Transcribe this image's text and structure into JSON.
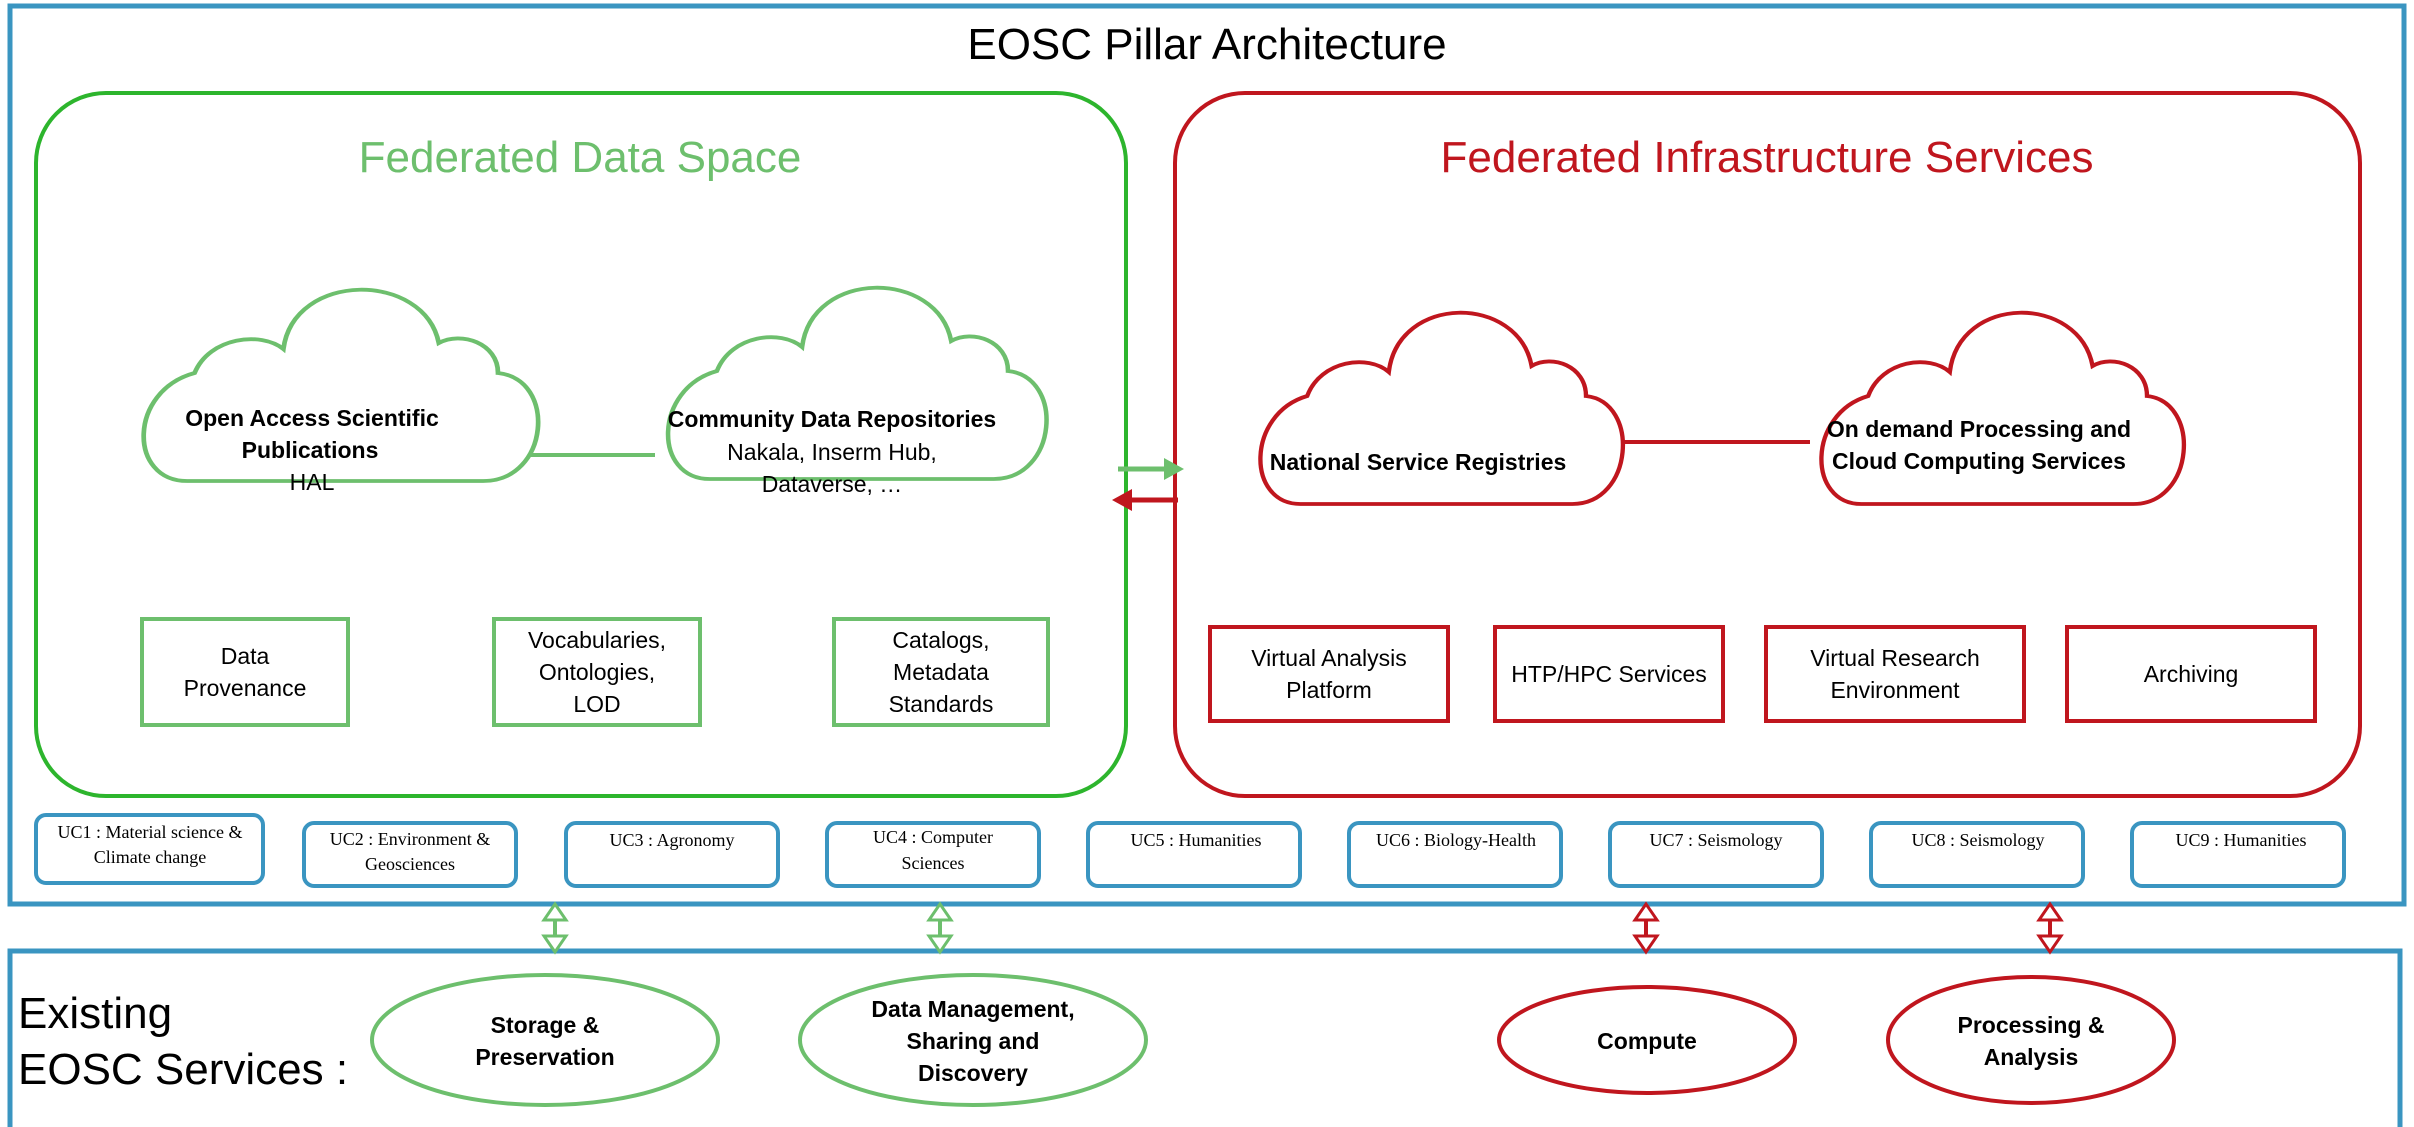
{
  "title": "EOSC Pillar Architecture",
  "colors": {
    "frame": "#3a95c1",
    "green": "#6dbf6d",
    "green_panel": "#2db52d",
    "red": "#c0161e"
  },
  "federated_data_space": {
    "title": "Federated Data Space",
    "cloud_publications": {
      "line1": "Open Access Scientific",
      "line2": "Publications",
      "line3": "HAL"
    },
    "cloud_repositories": {
      "line1": "Community Data Repositories",
      "line2": "Nakala, Inserm Hub,",
      "line3": "Dataverse, …"
    },
    "boxes": [
      {
        "lines": [
          "Data",
          "Provenance"
        ]
      },
      {
        "lines": [
          "Vocabularies,",
          "Ontologies,",
          "LOD"
        ]
      },
      {
        "lines": [
          "Catalogs,",
          "Metadata",
          "Standards"
        ]
      }
    ]
  },
  "federated_infrastructure": {
    "title": "Federated Infrastructure Services",
    "cloud_registries": {
      "line1": "National Service Registries"
    },
    "cloud_processing": {
      "line1": "On demand Processing and",
      "line2": "Cloud Computing Services"
    },
    "boxes": [
      {
        "lines": [
          "Virtual Analysis",
          "Platform"
        ]
      },
      {
        "lines": [
          "HTP/HPC Services"
        ]
      },
      {
        "lines": [
          "Virtual Research",
          "Environment"
        ]
      },
      {
        "lines": [
          "Archiving"
        ]
      }
    ]
  },
  "use_cases": [
    {
      "lines": [
        "UC1 : Material science &",
        "Climate change"
      ]
    },
    {
      "lines": [
        "UC2 : Environment &",
        "Geosciences"
      ]
    },
    {
      "lines": [
        "UC3 : Agronomy"
      ]
    },
    {
      "lines": [
        "UC4 : Computer",
        "Sciences"
      ]
    },
    {
      "lines": [
        "UC5 : Humanities"
      ]
    },
    {
      "lines": [
        "UC6 : Biology-Health"
      ]
    },
    {
      "lines": [
        "UC7 : Seismology"
      ]
    },
    {
      "lines": [
        "UC8 : Seismology"
      ]
    },
    {
      "lines": [
        "UC9 : Humanities"
      ]
    }
  ],
  "existing": {
    "label_line1": "Existing",
    "label_line2": "EOSC Services :",
    "services": [
      {
        "lines": [
          "Storage &",
          "Preservation"
        ]
      },
      {
        "lines": [
          "Data Management,",
          "Sharing and",
          "Discovery"
        ]
      },
      {
        "lines": [
          "Compute"
        ]
      },
      {
        "lines": [
          "Processing &",
          "Analysis"
        ]
      }
    ]
  }
}
